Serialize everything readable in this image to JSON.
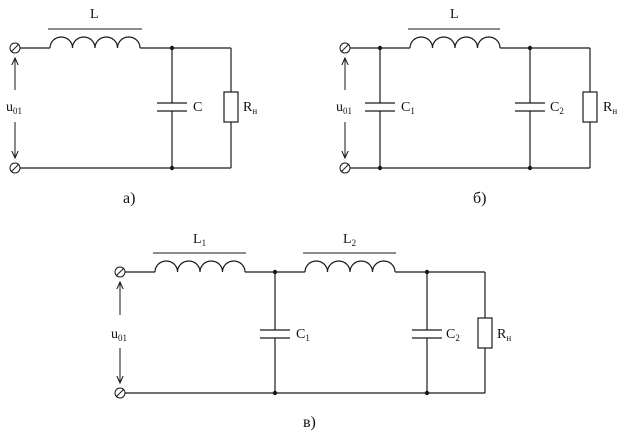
{
  "circuit_a": {
    "caption": "а)",
    "inductor": "L",
    "capacitor": "C",
    "load": {
      "main": "R",
      "sub": "н"
    },
    "voltage": {
      "main": "u",
      "sub": "01"
    }
  },
  "circuit_b": {
    "caption": "б)",
    "inductor": "L",
    "capacitor_1": {
      "main": "C",
      "sub": "1"
    },
    "capacitor_2": {
      "main": "C",
      "sub": "2"
    },
    "load": {
      "main": "R",
      "sub": "н"
    },
    "voltage": {
      "main": "u",
      "sub": "01"
    }
  },
  "circuit_c": {
    "caption": "в)",
    "inductor_1": {
      "main": "L",
      "sub": "1"
    },
    "inductor_2": {
      "main": "L",
      "sub": "2"
    },
    "capacitor_1": {
      "main": "C",
      "sub": "1"
    },
    "capacitor_2": {
      "main": "C",
      "sub": "2"
    },
    "load": {
      "main": "R",
      "sub": "н"
    },
    "voltage": {
      "main": "u",
      "sub": "01"
    }
  }
}
